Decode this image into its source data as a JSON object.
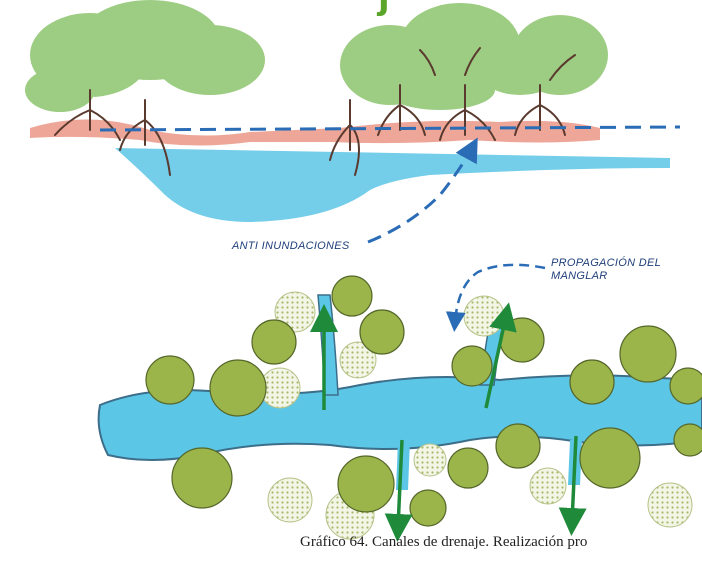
{
  "title_fragment": "j",
  "labels": {
    "anti_flood": "ANTI INUNDACIONES",
    "propagation_line1": "PROPAGACIÓN DEL",
    "propagation_line2": "MANGLAR"
  },
  "caption": "Gráfico 64. Canales de drenaje. Realización pro",
  "colors": {
    "water": "#5cc6e6",
    "foliage": "#8cc46e",
    "roots": "#e8907e",
    "dashed_line": "#2a6cb5",
    "arrow": "#1f8a3a",
    "canopy_circle": "#9bb54a"
  }
}
